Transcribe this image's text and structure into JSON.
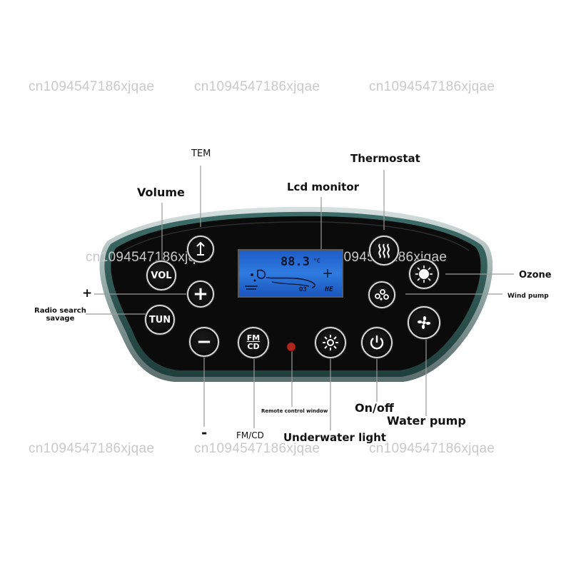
{
  "watermarks": [
    "cn1094547186xjqae",
    "cn1094547186xjqae",
    "cn1094547186xjqae",
    "cn1094547186xjqae",
    "cn1094547186xjqae",
    "cn1094547186xjqae",
    "cn1094547186xjqae",
    "cn1094547186xjqae"
  ],
  "labels": {
    "tem": "TEM",
    "volume": "Volume",
    "lcd_monitor": "Lcd monitor",
    "thermostat": "Thermostat",
    "ozone": "Ozone",
    "wind_pump": "Wind pump",
    "plus": "+",
    "radio_search": "Radio search\nsavage",
    "minus": "-",
    "fm_cd": "FM/CD",
    "remote": "Remote control window",
    "underwater": "Underwater light",
    "onoff": "On/off",
    "water_pump": "Water pump"
  },
  "buttons": {
    "vol": "VOL",
    "tun": "TUN",
    "plus": "+",
    "minus": "−",
    "fm_top": "FM",
    "fm_bottom": "CD"
  },
  "lcd": {
    "temperature": "88.3",
    "ozone": "O3",
    "heater": "HE",
    "unit": "°C"
  },
  "colors": {
    "panel": "#0b0b0b",
    "rim": "#a9b9b8",
    "lcd": "#2f7be0",
    "led": "#b3261e"
  }
}
